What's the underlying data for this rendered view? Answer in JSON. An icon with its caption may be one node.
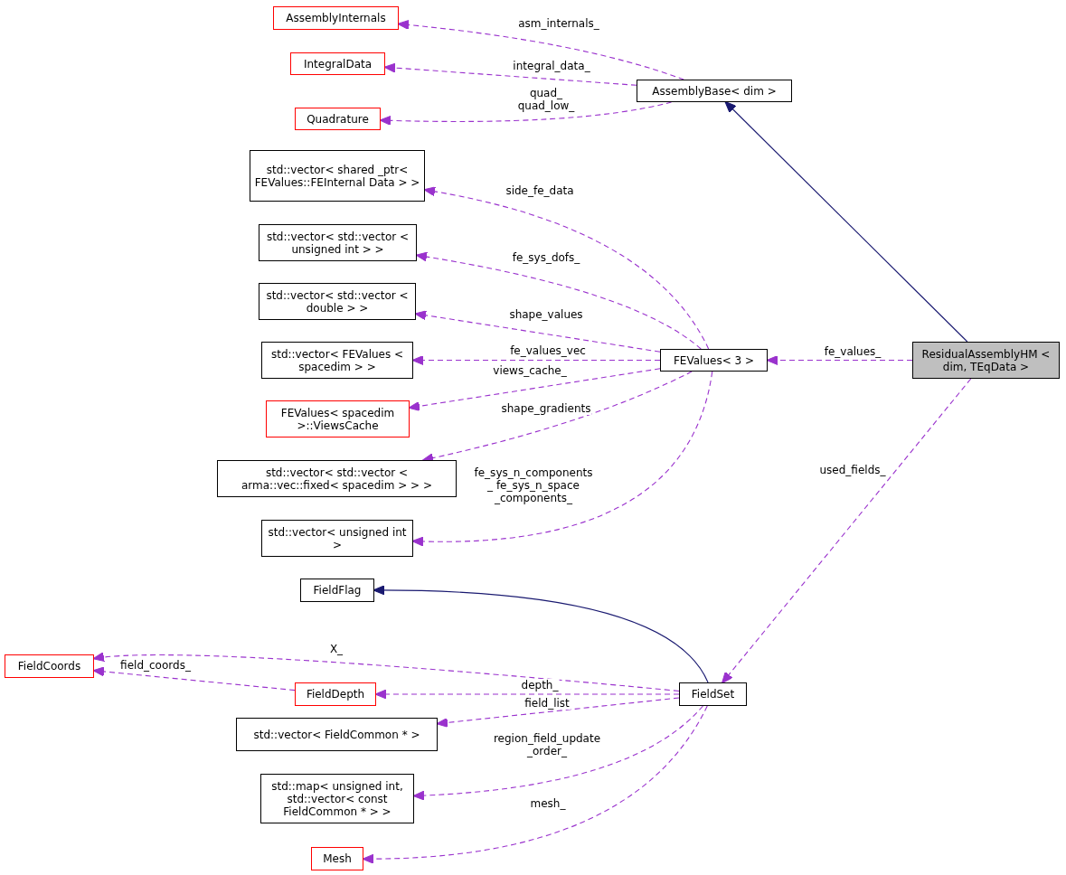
{
  "diagram": {
    "nodes": [
      {
        "text": [
          "AssemblyInternals"
        ]
      },
      {
        "text": [
          "IntegralData"
        ]
      },
      {
        "text": [
          "Quadrature"
        ]
      },
      {
        "text": [
          "AssemblyBase< dim >"
        ]
      },
      {
        "text": [
          "std::vector< shared _ptr< FEValues::FEInternal Data > >"
        ]
      },
      {
        "text": [
          "std::vector< std::vector < unsigned int > >"
        ]
      },
      {
        "text": [
          "std::vector< std::vector < double > >"
        ]
      },
      {
        "text": [
          "std::vector< FEValues < spacedim > >"
        ]
      },
      {
        "text": [
          "FEValues< spacedim >::ViewsCache"
        ]
      },
      {
        "text": [
          "std::vector< std::vector < arma::vec::fixed< spacedim > > >"
        ]
      },
      {
        "text": [
          "std::vector< unsigned int >"
        ]
      },
      {
        "text": [
          "FEValues< 3 >"
        ]
      },
      {
        "text": [
          "ResidualAssemblyHM < dim, TEqData >"
        ]
      },
      {
        "text": [
          "FieldFlag"
        ]
      },
      {
        "text": [
          "FieldCoords"
        ]
      },
      {
        "text": [
          "FieldDepth"
        ]
      },
      {
        "text": [
          "FieldSet"
        ]
      },
      {
        "text": [
          "std::vector< FieldCommon * >"
        ]
      },
      {
        "text": [
          "std::map< unsigned int, std::vector< const FieldCommon * > >"
        ]
      },
      {
        "text": [
          "Mesh"
        ]
      }
    ],
    "edges": [
      {
        "from": 3,
        "to": 0,
        "arrow": "to",
        "label": "asm_internals_",
        "style": "dashed"
      },
      {
        "from": 3,
        "to": 1,
        "arrow": "to",
        "label": "integral_data_",
        "style": "dashed"
      },
      {
        "from": 3,
        "to": 2,
        "arrow": "to",
        "label": "quad_ quad_low_",
        "style": "dashed"
      },
      {
        "from": 12,
        "to": 3,
        "arrow": "to",
        "color": "#191970"
      },
      {
        "from": 11,
        "to": 4,
        "arrow": "to",
        "label": "side_fe_data",
        "style": "dashed"
      },
      {
        "from": 11,
        "to": 5,
        "arrow": "to",
        "label": "fe_sys_dofs_",
        "style": "dashed"
      },
      {
        "from": 11,
        "to": 6,
        "arrow": "to",
        "label": "shape_values",
        "style": "dashed"
      },
      {
        "from": 11,
        "to": 7,
        "arrow": "to",
        "label": "fe_values_vec",
        "style": "dashed"
      },
      {
        "from": 11,
        "to": 8,
        "arrow": "to",
        "label": "views_cache_",
        "style": "dashed"
      },
      {
        "from": 11,
        "to": 9,
        "arrow": "to",
        "label": "shape_gradients",
        "style": "dashed"
      },
      {
        "from": 11,
        "to": 10,
        "arrow": "to",
        "label": "fe_sys_n_components _ fe_sys_n_space _components_",
        "style": "dashed"
      },
      {
        "from": 12,
        "to": 11,
        "arrow": "to",
        "label": "fe_values_",
        "style": "dashed"
      },
      {
        "from": 12,
        "to": 16,
        "arrow": "to",
        "label": "used_fields_",
        "style": "dashed"
      },
      {
        "from": 16,
        "to": 13,
        "arrow": "to",
        "color": "#191970"
      },
      {
        "from": 16,
        "to": 14,
        "arrow": "to",
        "label": "X_",
        "style": "dashed"
      },
      {
        "from": 15,
        "to": 14,
        "arrow": "to",
        "label": "field_coords_",
        "style": "dashed"
      },
      {
        "from": 16,
        "to": 15,
        "arrow": "to",
        "label": "depth_",
        "style": "dashed"
      },
      {
        "from": 16,
        "to": 17,
        "arrow": "to",
        "label": "field_list",
        "style": "dashed"
      },
      {
        "from": 16,
        "to": 18,
        "arrow": "to",
        "label": "region_field_update _order_",
        "style": "dashed"
      },
      {
        "from": 16,
        "to": 19,
        "arrow": "to",
        "label": "mesh_",
        "style": "dashed"
      }
    ]
  }
}
